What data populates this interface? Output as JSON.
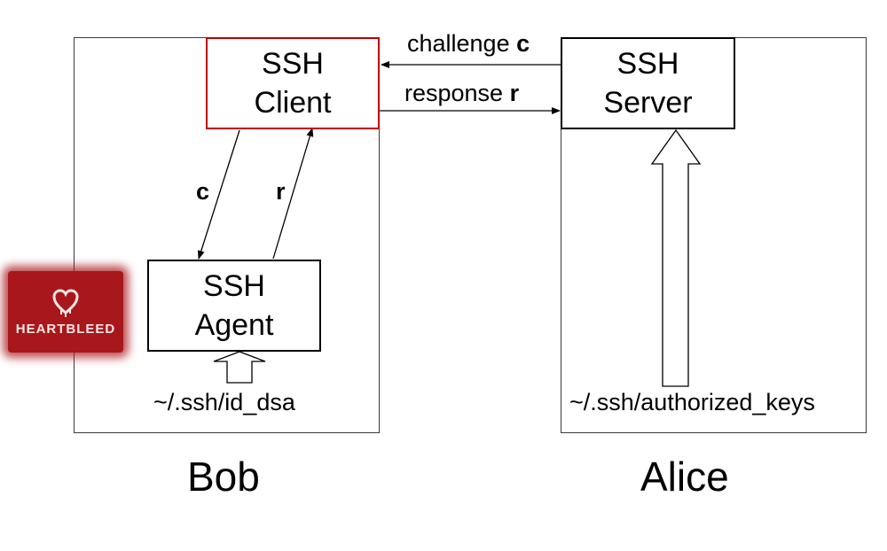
{
  "bob": {
    "caption": "Bob",
    "client": {
      "line1": "SSH",
      "line2": "Client"
    },
    "agent": {
      "line1": "SSH",
      "line2": "Agent"
    },
    "key_file": "~/.ssh/id_dsa",
    "to_agent_label": "c",
    "to_client_label": "r"
  },
  "alice": {
    "caption": "Alice",
    "server": {
      "line1": "SSH",
      "line2": "Server"
    },
    "key_file": "~/.ssh/authorized_keys"
  },
  "messages": {
    "challenge_word": "challenge",
    "challenge_var": "c",
    "response_word": "response",
    "response_var": "r"
  },
  "logo": {
    "text": "HEARTBLEED",
    "icon": "bleeding-heart-icon",
    "color": "#a8171b"
  },
  "colors": {
    "client_border": "#c00000",
    "lines": "#000000"
  }
}
